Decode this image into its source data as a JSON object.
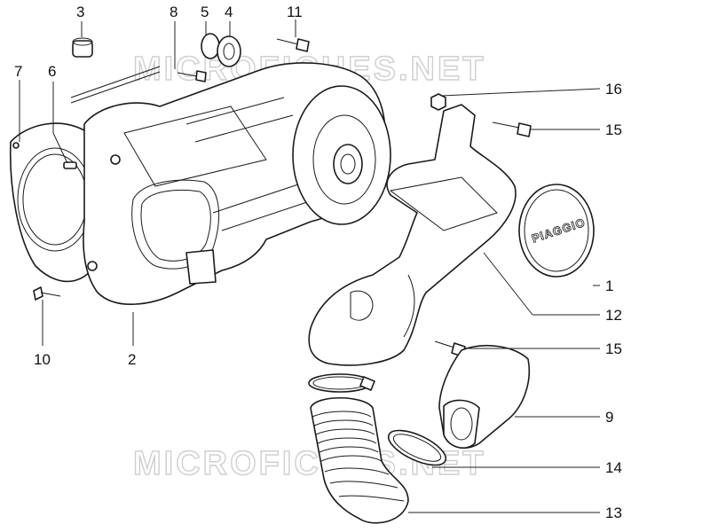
{
  "watermark": {
    "text": "MICROFICHES.NET"
  },
  "logo": {
    "text": "PIAGGIO"
  },
  "callouts": [
    "3",
    "8",
    "5",
    "4",
    "11",
    "7",
    "6",
    "16",
    "15",
    "1",
    "12",
    "15",
    "9",
    "14",
    "13",
    "10",
    "2"
  ]
}
